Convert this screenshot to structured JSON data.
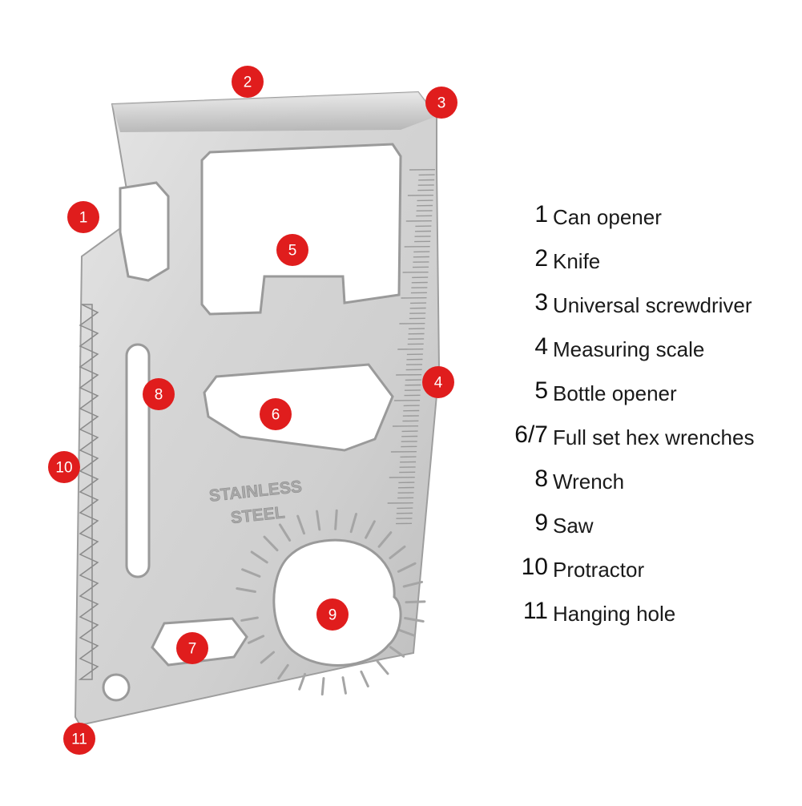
{
  "stamp": {
    "line1": "STAINLESS",
    "line2": "STEEL"
  },
  "callouts": [
    "1",
    "2",
    "3",
    "4",
    "5",
    "6",
    "7",
    "8",
    "9",
    "10",
    "11"
  ],
  "legend": [
    {
      "num": "1",
      "label": "Can opener"
    },
    {
      "num": "2",
      "label": "Knife"
    },
    {
      "num": "3",
      "label": "Universal screwdriver"
    },
    {
      "num": "4",
      "label": "Measuring scale"
    },
    {
      "num": "5",
      "label": "Bottle opener"
    },
    {
      "num": "6/7",
      "label": "Full set hex wrenches"
    },
    {
      "num": "8",
      "label": "Wrench"
    },
    {
      "num": "9",
      "label": "Saw"
    },
    {
      "num": "10",
      "label": "Protractor"
    },
    {
      "num": "11",
      "label": "Hanging hole"
    }
  ],
  "colors": {
    "callout_fill": "#e01d1d",
    "steel_light": "#e4e4e4",
    "steel_dark": "#b8b8b8",
    "background": "#ffffff"
  }
}
